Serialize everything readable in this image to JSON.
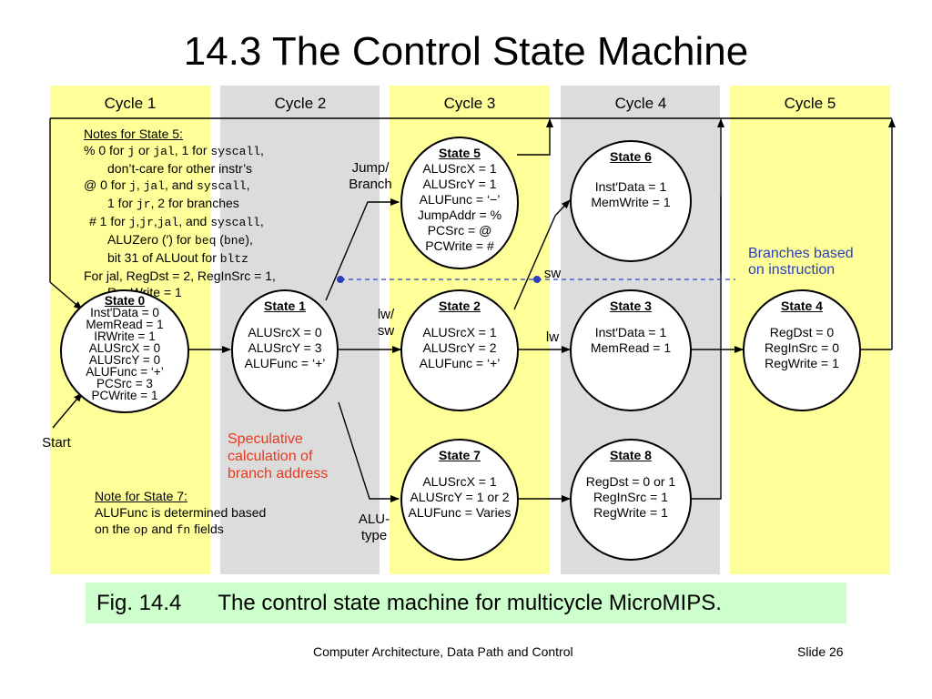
{
  "title": "14.3  The Control State Machine",
  "cycles": [
    "Cycle 1",
    "Cycle 2",
    "Cycle 3",
    "Cycle 4",
    "Cycle 5"
  ],
  "notes5": {
    "heading": "Notes for State 5:",
    "l1a": "%   0 for ",
    "l1b": "j",
    "l1c": " or ",
    "l1d": "jal",
    "l1e": ", 1 for ",
    "l1f": "syscall",
    "l1g": ",",
    "l2": "don’t-care for other instr’s",
    "l3a": "@   0 for ",
    "l3b": "j",
    "l3c": ", ",
    "l3d": "jal",
    "l3e": ", and ",
    "l3f": "syscall",
    "l3g": ",",
    "l4a": "1 for ",
    "l4b": "jr",
    "l4c": ", 2 for branches",
    "l5a": "#   1 for ",
    "l5b": "j",
    "l5c": ",",
    "l5d": "jr",
    "l5e": ",",
    "l5f": "jal",
    "l5g": ", and ",
    "l5h": "syscall",
    "l5i": ",",
    "l6a": "ALUZero (′) for ",
    "l6b": "beq",
    "l6c": " (",
    "l6d": "bne",
    "l6e": "),",
    "l7a": "bit 31 of ALUout for ",
    "l7b": "bltz",
    "l8": "For jal, RegDst = 2, RegInSrc = 1,",
    "l9": "RegWrite = 1"
  },
  "notes7": {
    "heading": "Note for State 7:",
    "l1": "ALUFunc is determined based",
    "l2a": "on the ",
    "l2b": "op",
    "l2c": " and ",
    "l2d": "fn",
    "l2e": " fields"
  },
  "states": {
    "s0": {
      "name": "State 0",
      "lines": [
        "Inst′Data = 0",
        "MemRead = 1",
        "IRWrite = 1",
        "ALUSrcX = 0",
        "ALUSrcY = 0",
        "ALUFunc = ‘+’",
        "PCSrc = 3",
        "PCWrite = 1"
      ]
    },
    "s1": {
      "name": "State 1",
      "lines": [
        "ALUSrcX = 0",
        "ALUSrcY = 3",
        "ALUFunc = ‘+’"
      ]
    },
    "s2": {
      "name": "State 2",
      "lines": [
        "ALUSrcX = 1",
        "ALUSrcY = 2",
        "ALUFunc = ‘+’"
      ]
    },
    "s3": {
      "name": "State 3",
      "lines": [
        "Inst′Data = 1",
        "MemRead = 1"
      ]
    },
    "s4": {
      "name": "State 4",
      "lines": [
        "RegDst = 0",
        "RegInSrc = 0",
        "RegWrite = 1"
      ]
    },
    "s5": {
      "name": "State 5",
      "lines": [
        "ALUSrcX = 1",
        "ALUSrcY = 1",
        "ALUFunc = ‘−’",
        "JumpAddr = %",
        "PCSrc = @",
        "PCWrite = #"
      ]
    },
    "s6": {
      "name": "State 6",
      "lines": [
        "Inst′Data = 1",
        "MemWrite = 1"
      ]
    },
    "s7": {
      "name": "State 7",
      "lines": [
        "ALUSrcX = 1",
        "ALUSrcY = 1 or 2",
        "ALUFunc = Varies"
      ]
    },
    "s8": {
      "name": "State 8",
      "lines": [
        "RegDst = 0 or 1",
        "RegInSrc = 1",
        "RegWrite = 1"
      ]
    }
  },
  "labels": {
    "jump_branch_1": "Jump/",
    "jump_branch_2": "Branch",
    "lw_sw_1": "lw/",
    "lw_sw_2": "sw",
    "lw": "lw",
    "sw": "sw",
    "alu_type_1": "ALU-",
    "alu_type_2": "type",
    "start": "Start",
    "speculative_1": "Speculative",
    "speculative_2": "calculation of",
    "speculative_3": "branch address",
    "branches_1": "Branches based",
    "branches_2": "on instruction"
  },
  "caption": {
    "fig": "Fig. 14.4",
    "text": "The control state machine for multicycle MicroMIPS."
  },
  "footer": {
    "course": "Computer Architecture, Data Path and Control",
    "slide": "Slide 26"
  },
  "colors": {
    "cycle_odd": "#ffff99",
    "cycle_even": "#dcdcdc",
    "caption_bg": "#ccffcc",
    "annotation_red": "#e8381d",
    "annotation_blue": "#2b3fbd"
  }
}
